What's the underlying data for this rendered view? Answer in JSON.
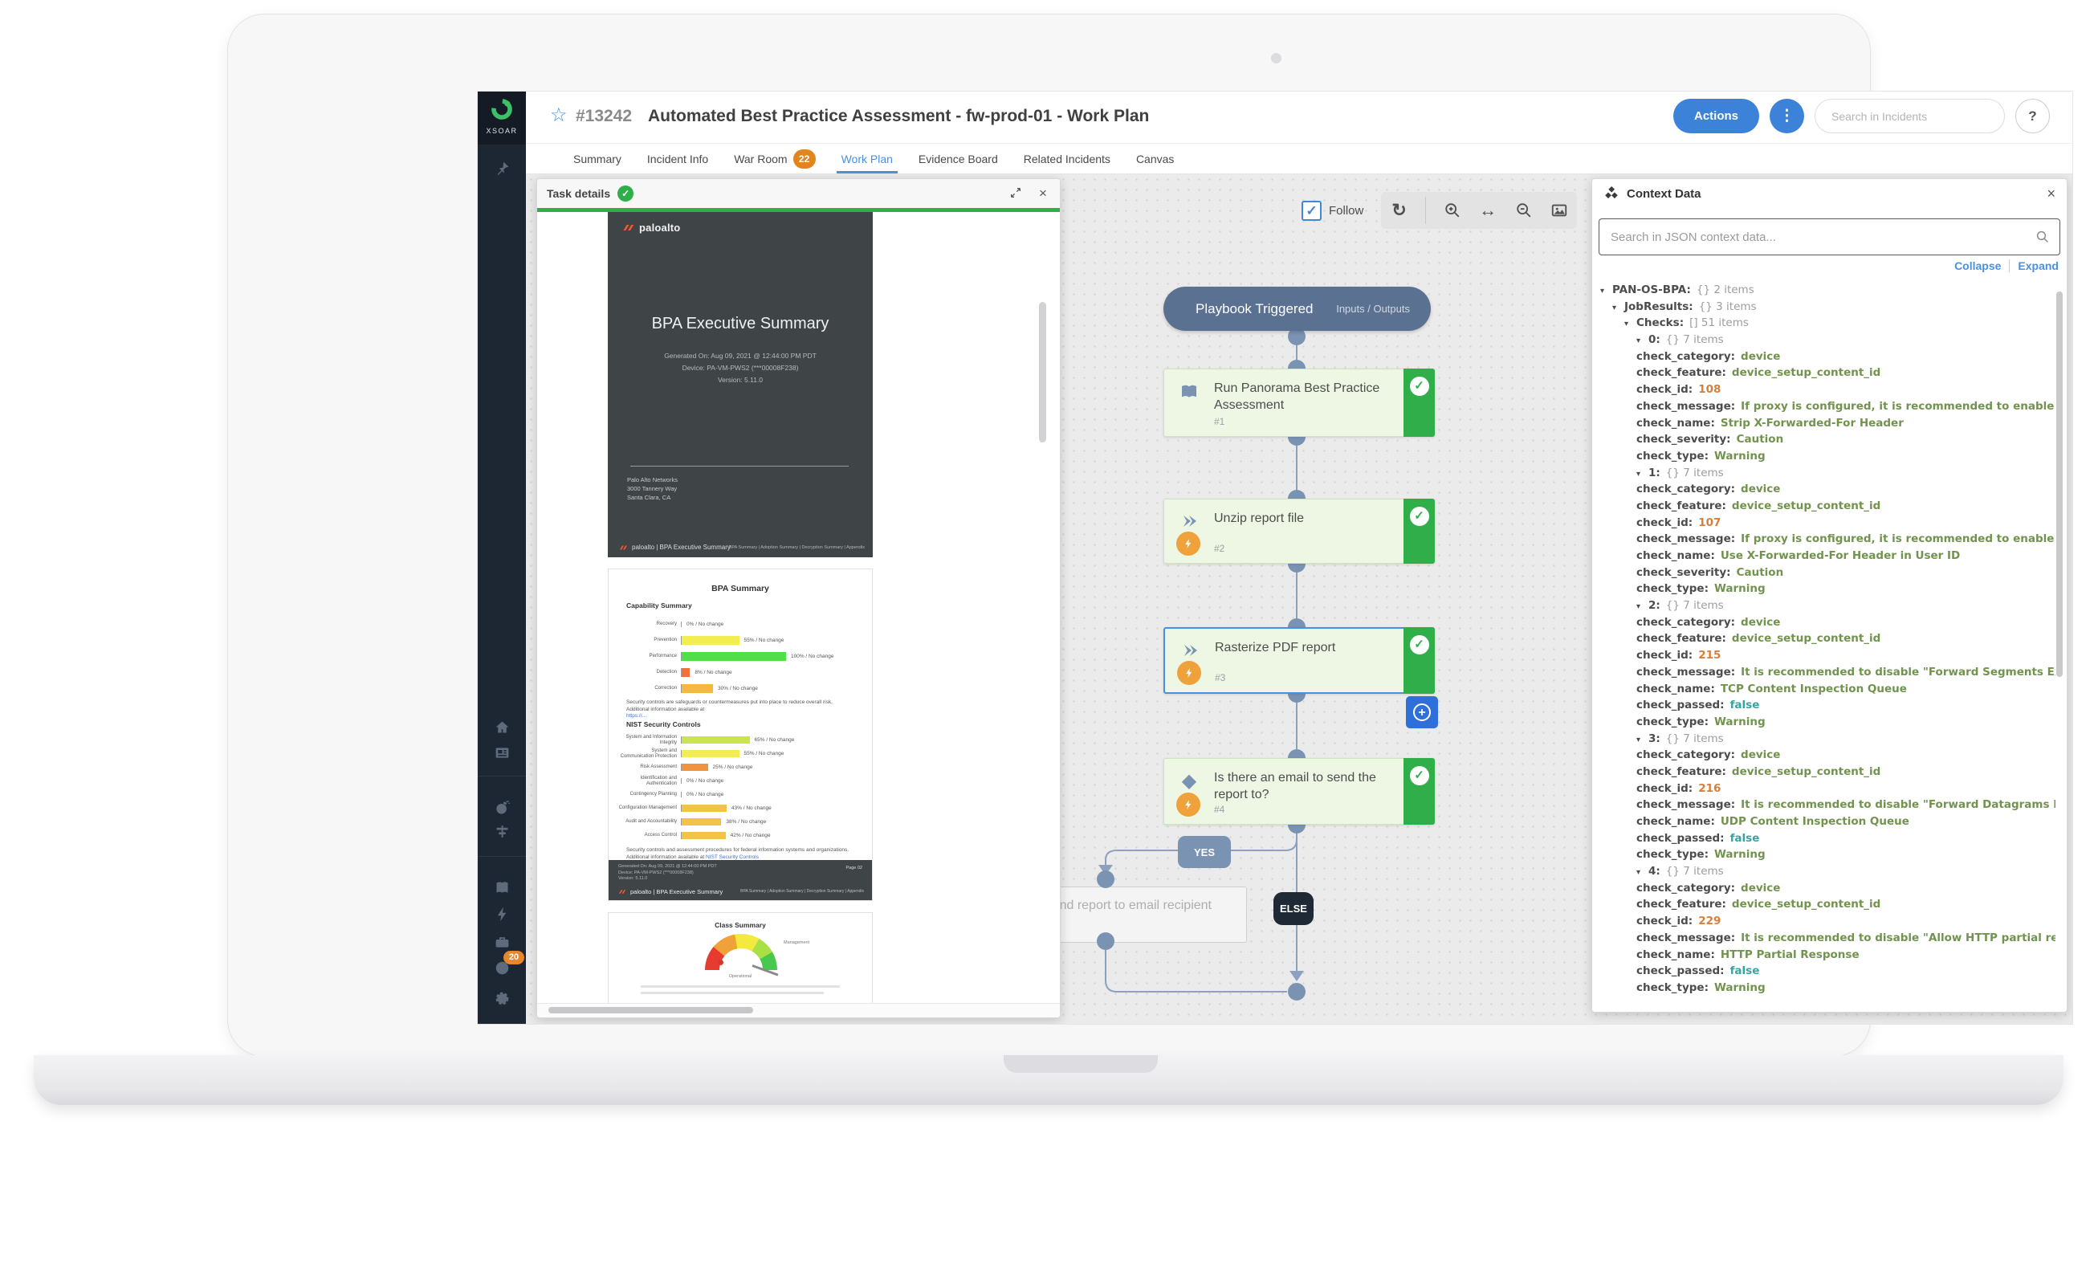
{
  "header": {
    "incident_id": "#13242",
    "title": "Automated Best Practice Assessment - fw-prod-01 - Work Plan",
    "actions_label": "Actions",
    "more_label": "⋮",
    "search_placeholder": "Search in Incidents",
    "help_label": "?"
  },
  "tabs": [
    {
      "label": "Summary"
    },
    {
      "label": "Incident Info"
    },
    {
      "label": "War Room",
      "badge": "22"
    },
    {
      "label": "Work Plan",
      "active": true
    },
    {
      "label": "Evidence Board"
    },
    {
      "label": "Related Incidents"
    },
    {
      "label": "Canvas"
    }
  ],
  "sidebar": {
    "brand": "XSOAR",
    "marketplace_badge": "20",
    "icons": [
      "pin",
      "home",
      "dashboard",
      "incidents",
      "playbooks",
      "library",
      "automation",
      "jobs",
      "marketplace",
      "settings"
    ]
  },
  "workflow": {
    "follow_label": "Follow",
    "trigger_label": "Playbook Triggered",
    "trigger_io_label": "Inputs / Outputs",
    "yes_label": "YES",
    "else_label": "ELSE",
    "pending_task_label": "Send report to email recipient",
    "tasks": [
      {
        "num": "#1",
        "title": "Run Panorama Best Practice Assessment",
        "type": "sub-playbook"
      },
      {
        "num": "#2",
        "title": "Unzip report file",
        "type": "automation"
      },
      {
        "num": "#3",
        "title": "Rasterize PDF report",
        "type": "automation",
        "selected": true
      },
      {
        "num": "#4",
        "title": "Is there an email to send the report to?",
        "type": "condition"
      }
    ],
    "accent_colors": {
      "done_green": "#2fae4a",
      "node_slate": "#5b7192",
      "edge": "#8ba1bf",
      "selected_blue": "#4a90e2"
    }
  },
  "task_panel": {
    "title": "Task details",
    "pdf": {
      "page1": {
        "brand": "paloalto",
        "title": "BPA Executive Summary",
        "meta": [
          "Generated On: Aug 09, 2021 @ 12:44:00 PM PDT",
          "Device: PA-VM-PWS2 (***00008F238)",
          "Version: 5.11.0"
        ],
        "address": [
          "Palo Alto Networks",
          "3000 Tannery Way",
          "Santa Clara, CA"
        ],
        "footer_left": "paloalto  |  BPA Executive Summary",
        "footer_right": "BPA Summary | Adoption Summary | Decryption Summary | Appendix"
      },
      "page2": {
        "title": "BPA Summary",
        "capability": {
          "heading": "Capability Summary",
          "rows": [
            {
              "label": "Recovery",
              "pct": 0,
              "color": "",
              "value_label": "0% / No change"
            },
            {
              "label": "Prevention",
              "pct": 55,
              "color": "#f2ee52",
              "value_label": "55% / No change"
            },
            {
              "label": "Performance",
              "pct": 100,
              "color": "#4fe048",
              "value_label": "100% / No change"
            },
            {
              "label": "Detection",
              "pct": 8,
              "color": "#f07138",
              "value_label": "8% / No change"
            },
            {
              "label": "Correction",
              "pct": 30,
              "color": "#f5b93f",
              "value_label": "30% / No change"
            }
          ],
          "caption": "Security controls are safeguards or countermeasures put into place to reduce overall risk. Additional information available at",
          "link": "https://…"
        },
        "nist": {
          "heading": "NIST Security Controls",
          "rows": [
            {
              "label": "System and Information Integrity",
              "pct": 65,
              "color": "#c9e44d",
              "value_label": "65% / No change"
            },
            {
              "label": "System and Communication Protection",
              "pct": 55,
              "color": "#f2ee52",
              "value_label": "55% / No change"
            },
            {
              "label": "Risk Assessment",
              "pct": 25,
              "color": "#f0923e",
              "value_label": "25% / No change"
            },
            {
              "label": "Identification and Authentication",
              "pct": 0,
              "color": "",
              "value_label": "0% / No change"
            },
            {
              "label": "Contingency Planning",
              "pct": 0,
              "color": "",
              "value_label": "0% / No change"
            },
            {
              "label": "Configuration Management",
              "pct": 43,
              "color": "#f2c249",
              "value_label": "43% / No change"
            },
            {
              "label": "Audit and Accountability",
              "pct": 38,
              "color": "#f2c249",
              "value_label": "38% / No change"
            },
            {
              "label": "Access Control",
              "pct": 42,
              "color": "#f2c249",
              "value_label": "42% / No change"
            }
          ],
          "caption": "Security controls and assessment procedures for federal information systems and organizations. Additional information available at",
          "link": "NIST Security Controls"
        },
        "page_label": "Page 02"
      },
      "page3": {
        "title": "Class Summary",
        "labels": [
          "Management",
          "Operational"
        ]
      }
    }
  },
  "context_panel": {
    "title": "Context Data",
    "search_placeholder": "Search in JSON context data...",
    "collapse_label": "Collapse",
    "expand_label": "Expand",
    "value_colors": {
      "string_green": "#72934e",
      "number_orange": "#d57f3c",
      "boolean_teal": "#3ba39f"
    },
    "tree": [
      {
        "i": 0,
        "a": 1,
        "k": "PAN-OS-BPA:",
        "m": "{} 2 items"
      },
      {
        "i": 1,
        "a": 1,
        "k": "JobResults:",
        "m": "{} 3 items"
      },
      {
        "i": 2,
        "a": 1,
        "k": "Checks:",
        "m": "[] 51 items"
      },
      {
        "i": 3,
        "a": 1,
        "k": "0:",
        "m": "{} 7 items"
      },
      {
        "f": 1,
        "k": "check_category:",
        "v": "device",
        "c": "g"
      },
      {
        "f": 1,
        "k": "check_feature:",
        "v": "device_setup_content_id",
        "c": "g"
      },
      {
        "f": 1,
        "k": "check_id:",
        "v": "108",
        "c": "o"
      },
      {
        "f": 1,
        "k": "check_message:",
        "v": "If proxy is configured, it is recommended to enable \"Strip X-…",
        "c": "g"
      },
      {
        "f": 1,
        "k": "check_name:",
        "v": "Strip X-Forwarded-For Header",
        "c": "g"
      },
      {
        "f": 1,
        "k": "check_severity:",
        "v": "Caution",
        "c": "g"
      },
      {
        "f": 1,
        "k": "check_type:",
        "v": "Warning",
        "c": "g"
      },
      {
        "i": 3,
        "a": 1,
        "k": "1:",
        "m": "{} 7 items"
      },
      {
        "f": 1,
        "k": "check_category:",
        "v": "device",
        "c": "g"
      },
      {
        "f": 1,
        "k": "check_feature:",
        "v": "device_setup_content_id",
        "c": "g"
      },
      {
        "f": 1,
        "k": "check_id:",
        "v": "107",
        "c": "o"
      },
      {
        "f": 1,
        "k": "check_message:",
        "v": "If proxy is configured, it is recommended to enable \"Use X-F…",
        "c": "g"
      },
      {
        "f": 1,
        "k": "check_name:",
        "v": "Use X-Forwarded-For Header in User ID",
        "c": "g"
      },
      {
        "f": 1,
        "k": "check_severity:",
        "v": "Caution",
        "c": "g"
      },
      {
        "f": 1,
        "k": "check_type:",
        "v": "Warning",
        "c": "g"
      },
      {
        "i": 3,
        "a": 1,
        "k": "2:",
        "m": "{} 7 items"
      },
      {
        "f": 1,
        "k": "check_category:",
        "v": "device",
        "c": "g"
      },
      {
        "f": 1,
        "k": "check_feature:",
        "v": "device_setup_content_id",
        "c": "g"
      },
      {
        "f": 1,
        "k": "check_id:",
        "v": "215",
        "c": "o"
      },
      {
        "f": 1,
        "k": "check_message:",
        "v": "It is recommended to disable \"Forward Segments Exceeding…",
        "c": "g"
      },
      {
        "f": 1,
        "k": "check_name:",
        "v": "TCP Content Inspection Queue",
        "c": "g"
      },
      {
        "f": 1,
        "k": "check_passed:",
        "v": "false",
        "c": "t"
      },
      {
        "f": 1,
        "k": "check_type:",
        "v": "Warning",
        "c": "g"
      },
      {
        "i": 3,
        "a": 1,
        "k": "3:",
        "m": "{} 7 items"
      },
      {
        "f": 1,
        "k": "check_category:",
        "v": "device",
        "c": "g"
      },
      {
        "f": 1,
        "k": "check_feature:",
        "v": "device_setup_content_id",
        "c": "g"
      },
      {
        "f": 1,
        "k": "check_id:",
        "v": "216",
        "c": "o"
      },
      {
        "f": 1,
        "k": "check_message:",
        "v": "It is recommended to disable \"Forward Datagrams Exceedin…",
        "c": "g"
      },
      {
        "f": 1,
        "k": "check_name:",
        "v": "UDP Content Inspection Queue",
        "c": "g"
      },
      {
        "f": 1,
        "k": "check_passed:",
        "v": "false",
        "c": "t"
      },
      {
        "f": 1,
        "k": "check_type:",
        "v": "Warning",
        "c": "g"
      },
      {
        "i": 3,
        "a": 1,
        "k": "4:",
        "m": "{} 7 items"
      },
      {
        "f": 1,
        "k": "check_category:",
        "v": "device",
        "c": "g"
      },
      {
        "f": 1,
        "k": "check_feature:",
        "v": "device_setup_content_id",
        "c": "g"
      },
      {
        "f": 1,
        "k": "check_id:",
        "v": "229",
        "c": "o"
      },
      {
        "f": 1,
        "k": "check_message:",
        "v": "It is recommended to disable \"Allow HTTP partial response\"",
        "c": "g"
      },
      {
        "f": 1,
        "k": "check_name:",
        "v": "HTTP Partial Response",
        "c": "g"
      },
      {
        "f": 1,
        "k": "check_passed:",
        "v": "false",
        "c": "t"
      },
      {
        "f": 1,
        "k": "check_type:",
        "v": "Warning",
        "c": "g"
      }
    ]
  }
}
